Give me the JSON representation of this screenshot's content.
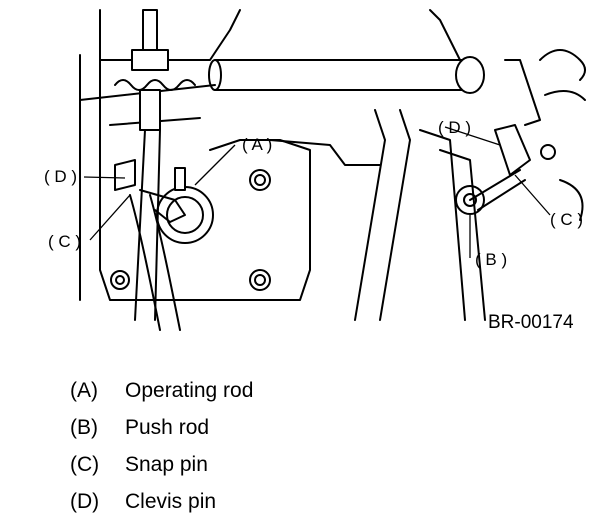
{
  "callouts": {
    "a": "( A )",
    "b": "( B )",
    "c_left": "( C )",
    "c_right": "( C )",
    "d_left": "( D )",
    "d_right": "( D )"
  },
  "reference_code": "BR-00174",
  "legend": [
    {
      "key": "(A)",
      "label": "Operating rod"
    },
    {
      "key": "(B)",
      "label": "Push rod"
    },
    {
      "key": "(C)",
      "label": "Snap pin"
    },
    {
      "key": "(D)",
      "label": "Clevis pin"
    }
  ]
}
